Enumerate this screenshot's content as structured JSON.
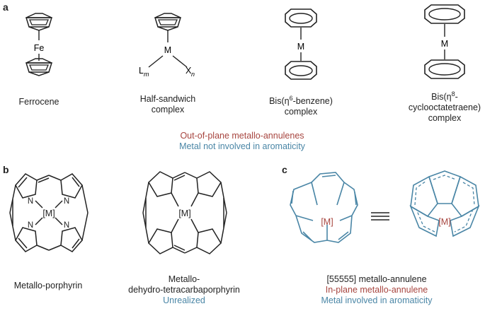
{
  "panels": {
    "a": "a",
    "b": "b",
    "c": "c"
  },
  "atoms": {
    "fe": "Fe",
    "metal": "M",
    "metal_bracket": "[M]",
    "n": "N",
    "l": "L",
    "x": "X",
    "sub_m": "m",
    "sub_n": "n"
  },
  "captions": {
    "ferrocene": "Ferrocene",
    "half_sandwich_1": "Half-sandwich",
    "half_sandwich_2": "complex",
    "bis_benzene_1a": "Bis(η",
    "bis_benzene_1sup": "6",
    "bis_benzene_1b": "-benzene)",
    "bis_benzene_2": "complex",
    "bis_cot_1a": "Bis(η",
    "bis_cot_1sup": "8",
    "bis_cot_1b": "-",
    "bis_cot_2": "cyclooctatetraene)",
    "bis_cot_3": "complex",
    "summary_a_1": "Out-of-plane metallo-annulenes",
    "summary_a_2": "Metal not involved in aromaticity",
    "porphyrin": "Metallo-porphyrin",
    "tetracarba_1": "Metallo-",
    "tetracarba_2": "dehydro-tetracarbaporphyrin",
    "tetracarba_3": "Unrealized",
    "annulene_1": "[55555] metallo-annulene",
    "annulene_2": "In-plane metallo-annulene",
    "annulene_3": "Metal involved in aromaticity"
  },
  "colors": {
    "black": "#222222",
    "red": "#a7453f",
    "blue": "#4a86a6"
  }
}
